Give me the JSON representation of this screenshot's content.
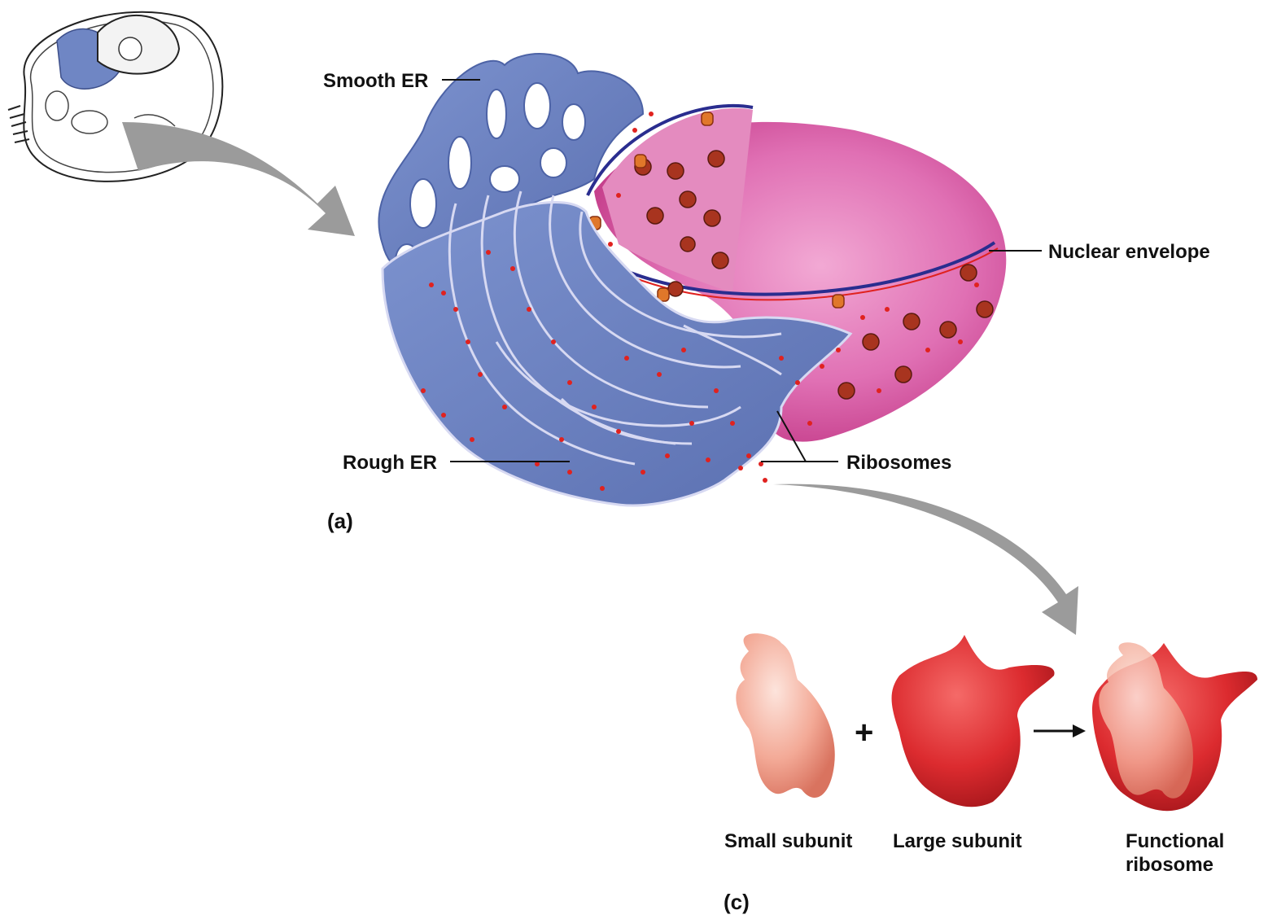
{
  "labels": {
    "smooth_er": "Smooth ER",
    "nuclear_envelope": "Nuclear envelope",
    "rough_er": "Rough ER",
    "ribosomes": "Ribosomes",
    "small_subunit": "Small subunit",
    "large_subunit": "Large subunit",
    "functional_ribosome_line1": "Functional",
    "functional_ribosome_line2": "ribosome"
  },
  "panels": {
    "a": "(a)",
    "c": "(c)"
  },
  "operators": {
    "plus": "+"
  },
  "colors": {
    "er": "#6f86c4",
    "er_dark": "#4d63a6",
    "nucleus": "#d9529e",
    "nucleus_inner": "#e88cc4",
    "ribosome_dot": "#e0221f",
    "pore": "#c4431c",
    "small_subunit": "#f2a38f",
    "large_subunit": "#d92a2e",
    "arrow": "#9b9b9b"
  }
}
